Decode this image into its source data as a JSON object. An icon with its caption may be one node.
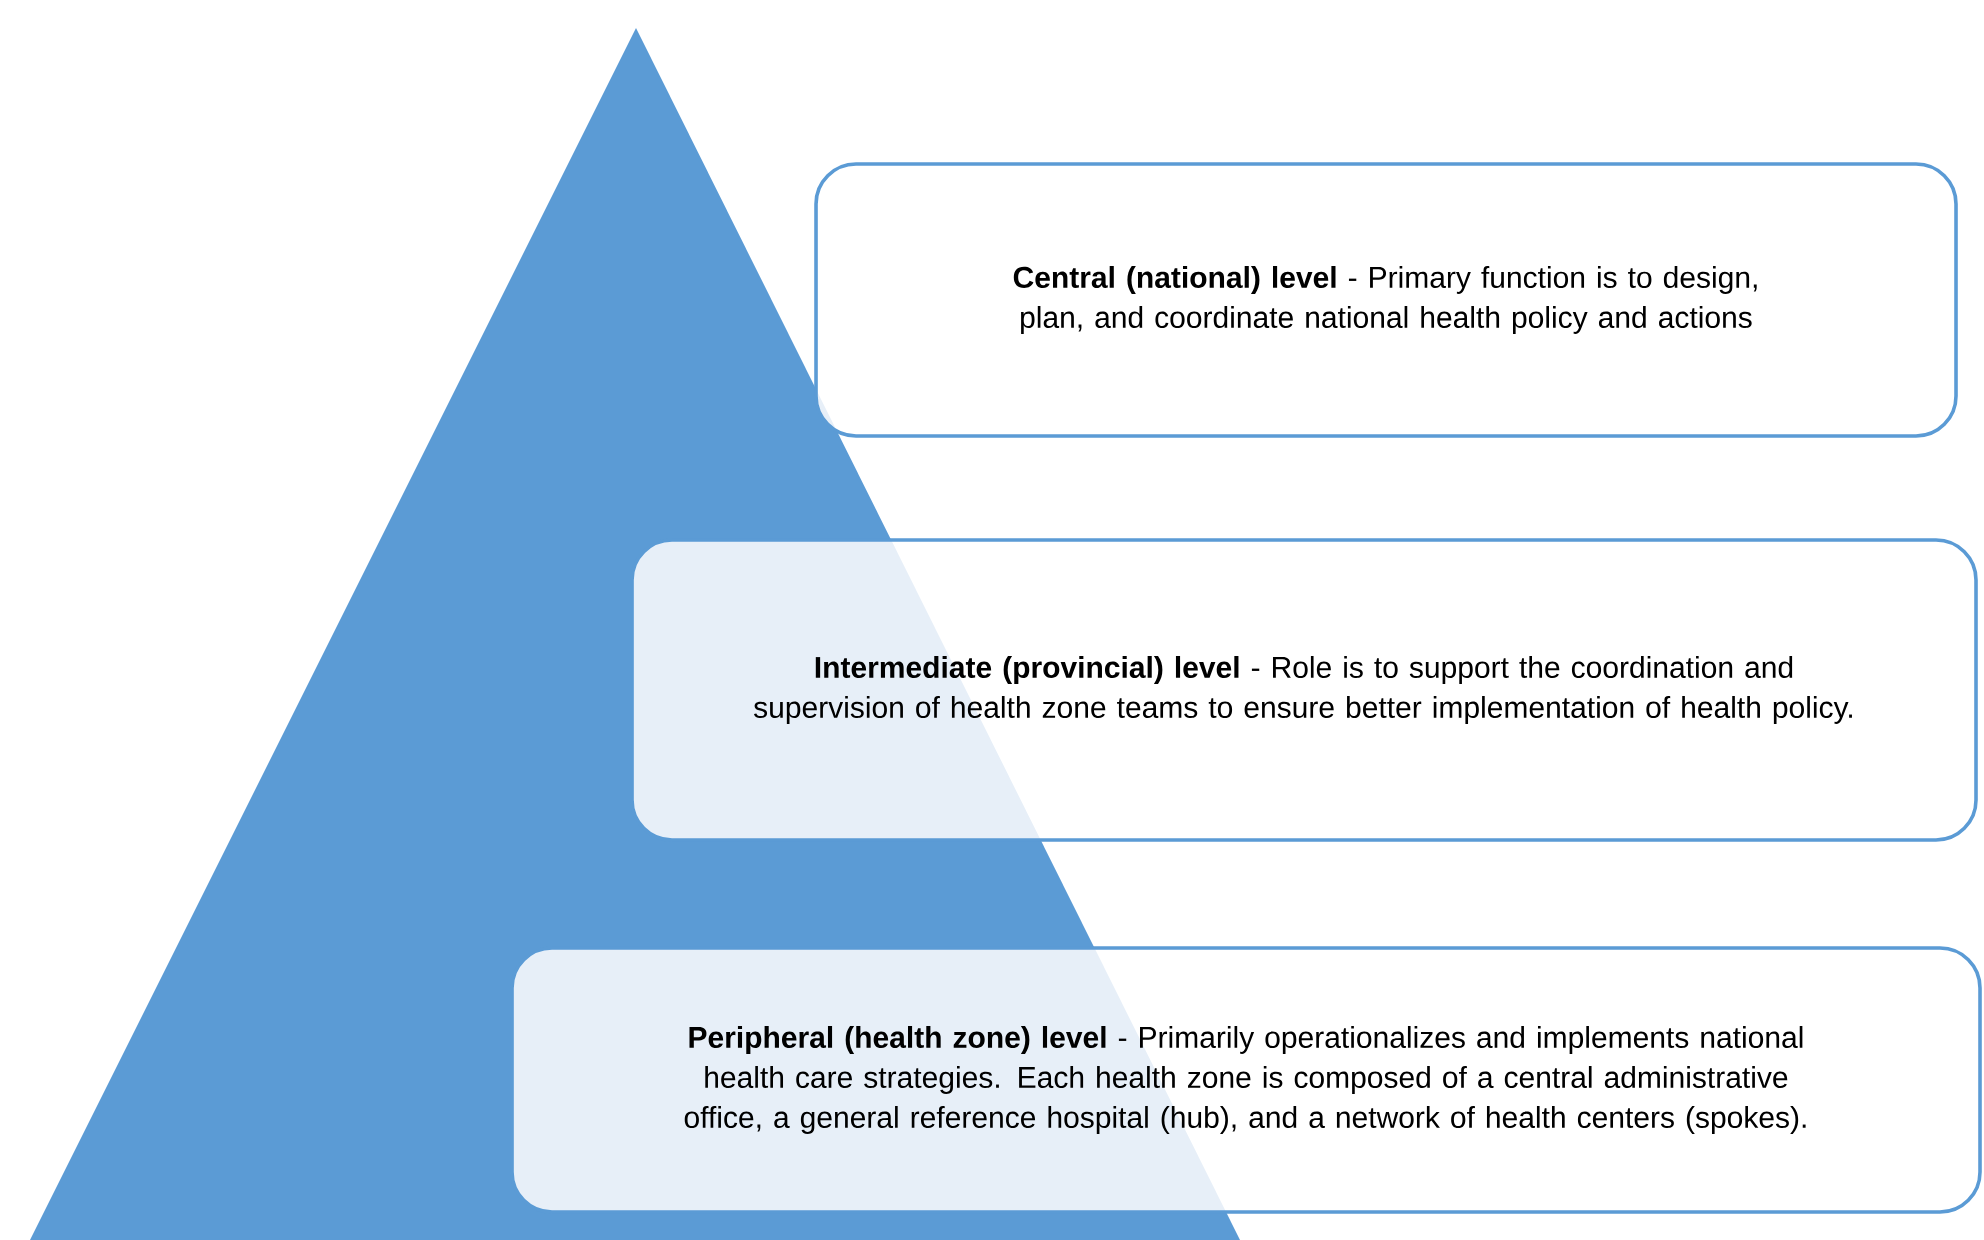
{
  "diagram": {
    "nodes": [
      {
        "text": [
          "**Central (national) level** - Primary function is to design, plan, and coordinate national health policy and actions"
        ]
      },
      {
        "text": [
          "**Intermediate (provincial) level** - Role is to support the coordination and supervision of health zone teams to ensure better implementation of health policy."
        ]
      },
      {
        "text": [
          "**Peripheral (health zone) level** - Primarily operationalizes and implements national health care strategies. Each health zone is composed of a central administrative office, a general reference hospital (hub), and a network of health centers (spokes)."
        ]
      }
    ]
  }
}
